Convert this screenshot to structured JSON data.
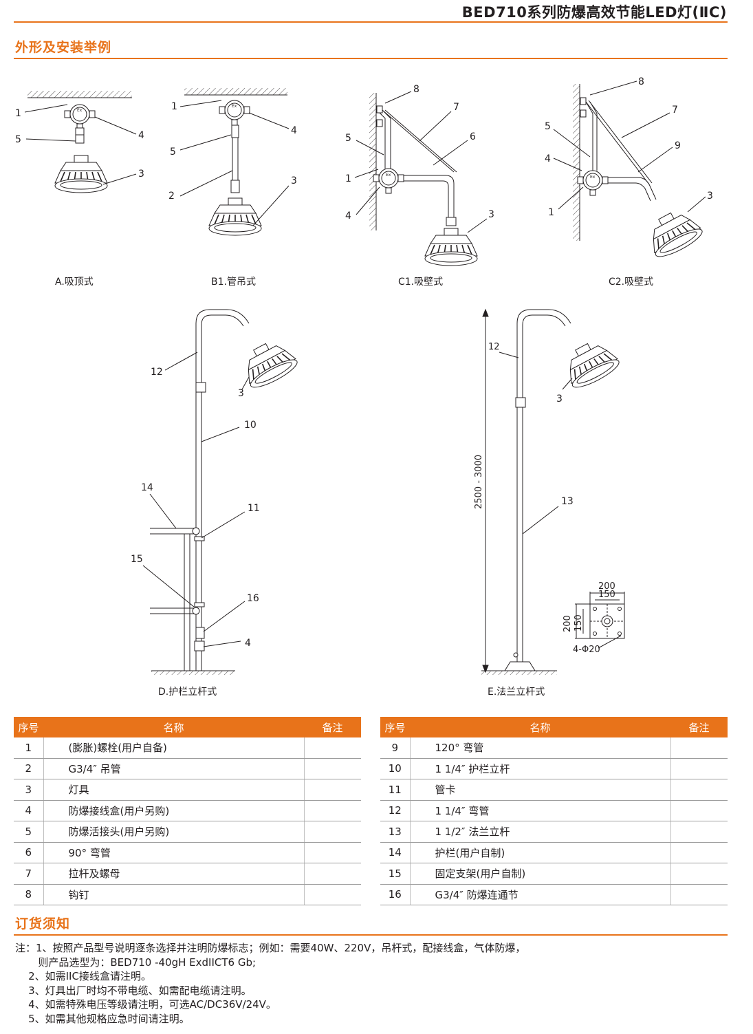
{
  "header": {
    "title": "BED710系列防爆高效节能LED灯(ⅡC)"
  },
  "sections": {
    "install": "外形及安装举例",
    "order": "订货须知"
  },
  "captions": {
    "a": "A.吸顶式",
    "b1": "B1.管吊式",
    "c1": "C1.吸壁式",
    "c2": "C2.吸壁式",
    "d": "D.护栏立杆式",
    "e": "E.法兰立杆式"
  },
  "dimensions": {
    "height": "2500 - 3000",
    "w200": "200",
    "w150": "150",
    "h200": "200",
    "h150": "150",
    "holes": "4-Φ20"
  },
  "table_headers": {
    "no": "序号",
    "name": "名称",
    "remark": "备注"
  },
  "parts_left": [
    {
      "no": "1",
      "name": "(膨胀)螺栓(用户自备)"
    },
    {
      "no": "2",
      "name": "G3/4″ 吊管"
    },
    {
      "no": "3",
      "name": "灯具"
    },
    {
      "no": "4",
      "name": "防爆接线盒(用户另购)"
    },
    {
      "no": "5",
      "name": "防爆活接头(用户另购)"
    },
    {
      "no": "6",
      "name": "90° 弯管"
    },
    {
      "no": "7",
      "name": "拉杆及螺母"
    },
    {
      "no": "8",
      "name": "钩钉"
    }
  ],
  "parts_right": [
    {
      "no": "9",
      "name": "120° 弯管"
    },
    {
      "no": "10",
      "name": "1 1/4″ 护栏立杆"
    },
    {
      "no": "11",
      "name": "管卡"
    },
    {
      "no": "12",
      "name": "1 1/4″ 弯管"
    },
    {
      "no": "13",
      "name": "1 1/2″ 法兰立杆"
    },
    {
      "no": "14",
      "name": "护栏(用户自制)"
    },
    {
      "no": "15",
      "name": "固定支架(用户自制)"
    },
    {
      "no": "16",
      "name": "G3/4″ 防爆连通节"
    }
  ],
  "notes": [
    "注：1、按照产品型号说明逐条选择并注明防爆标志；例如：需要40W、220V，吊杆式，配接线盒，气体防爆，",
    "       则产品选型为：BED710 -40gH ExdIICT6 Gb;",
    "    2、如需IIC接线盒请注明。",
    "    3、灯具出厂时均不带电缆、如需配电缆请注明。",
    "    4、如需特殊电压等级请注明，可选AC/DC36V/24V。",
    "    5、如需其他规格应急时间请注明。"
  ],
  "colors": {
    "accent": "#e8731a",
    "line": "#231f20",
    "rowline": "#9d9d9d"
  }
}
